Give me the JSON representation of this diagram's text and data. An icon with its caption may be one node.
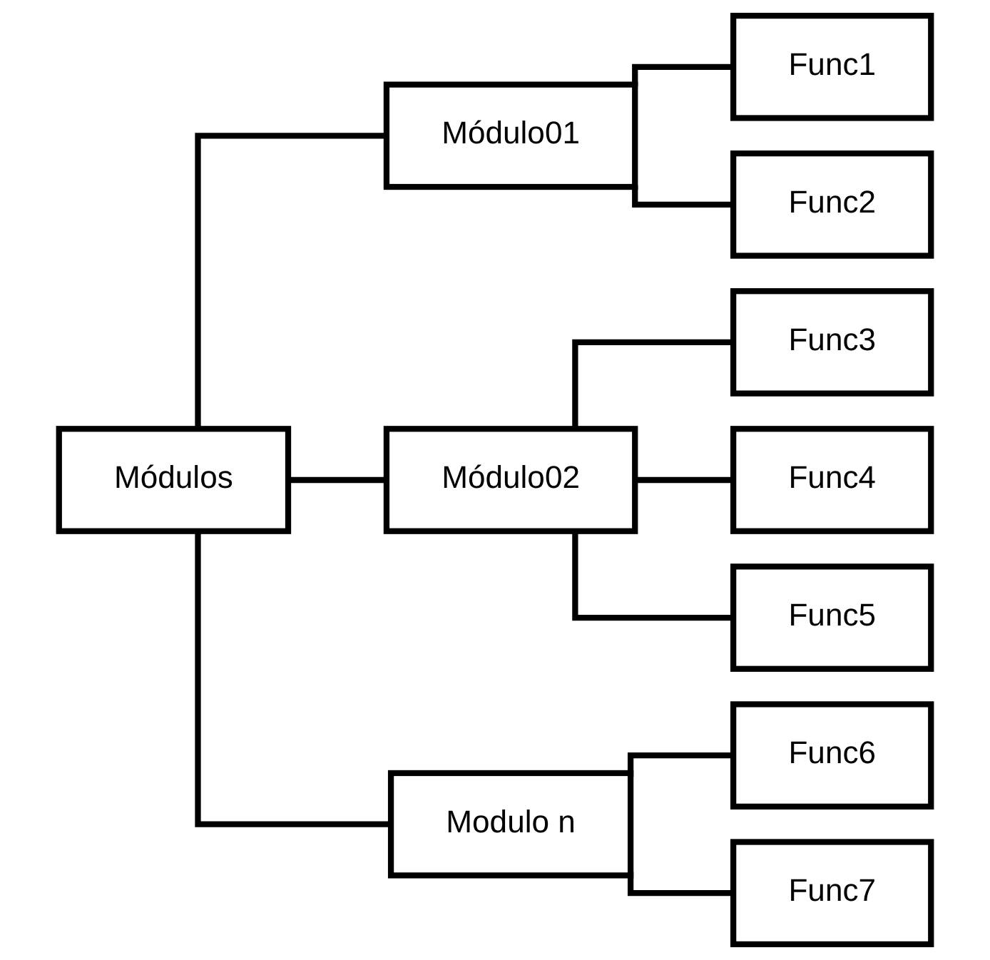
{
  "diagram": {
    "nodes": [
      {
        "text": [
          "Módulos"
        ]
      },
      {
        "text": [
          "Módulo01"
        ]
      },
      {
        "text": [
          "Módulo02"
        ]
      },
      {
        "text": [
          "Modulo n"
        ]
      },
      {
        "text": [
          "Func1"
        ]
      },
      {
        "text": [
          "Func2"
        ]
      },
      {
        "text": [
          "Func3"
        ]
      },
      {
        "text": [
          "Func4"
        ]
      },
      {
        "text": [
          "Func5"
        ]
      },
      {
        "text": [
          "Func6"
        ]
      },
      {
        "text": [
          "Func7"
        ]
      }
    ],
    "edges": [
      {
        "from": 0,
        "to": 1,
        "arrow": "none"
      },
      {
        "from": 0,
        "to": 2,
        "arrow": "none"
      },
      {
        "from": 0,
        "to": 3,
        "arrow": "none"
      },
      {
        "from": 1,
        "to": 4,
        "arrow": "none"
      },
      {
        "from": 1,
        "to": 5,
        "arrow": "none"
      },
      {
        "from": 2,
        "to": 6,
        "arrow": "none"
      },
      {
        "from": 2,
        "to": 7,
        "arrow": "none"
      },
      {
        "from": 2,
        "to": 8,
        "arrow": "none"
      },
      {
        "from": 3,
        "to": 9,
        "arrow": "none"
      },
      {
        "from": 3,
        "to": 10,
        "arrow": "none"
      }
    ]
  }
}
